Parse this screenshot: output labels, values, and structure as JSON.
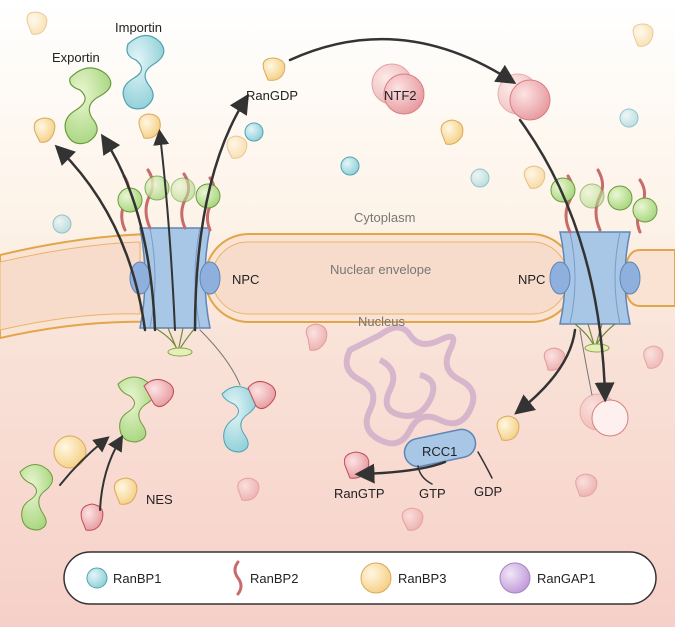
{
  "labels": {
    "importin": "Importin",
    "exportin": "Exportin",
    "rangdp": "RanGDP",
    "ntf2": "NTF2",
    "cytoplasm": "Cytoplasm",
    "nuclear_envelope": "Nuclear envelope",
    "nucleus": "Nucleus",
    "npc_left": "NPC",
    "npc_right": "NPC",
    "rcc1": "RCC1",
    "rangtp": "RanGTP",
    "gtp": "GTP",
    "gdp": "GDP",
    "nes": "NES"
  },
  "legend": [
    {
      "label": "RanBP1",
      "color": "#a9dde3",
      "icon": "sphere-icon"
    },
    {
      "label": "RanBP2",
      "color": "#c86b6b",
      "icon": "wavy-filament-icon"
    },
    {
      "label": "RanBP3",
      "color": "#fbe0a8",
      "icon": "sphere-icon"
    },
    {
      "label": "RanGAP1",
      "color": "#c9a8de",
      "icon": "sphere-icon"
    }
  ],
  "colors": {
    "cytoplasm": "#fdf6ec",
    "nucleus": "#f8dcd3",
    "envelope": "#fae6d8",
    "envelope_stroke": "#e2a54a",
    "npc": "#a8c6e6",
    "exportin": "#cfe8a8",
    "importin": "#a9dde3",
    "ran": "#fbe0a8",
    "rangtp": "#e98d96"
  }
}
